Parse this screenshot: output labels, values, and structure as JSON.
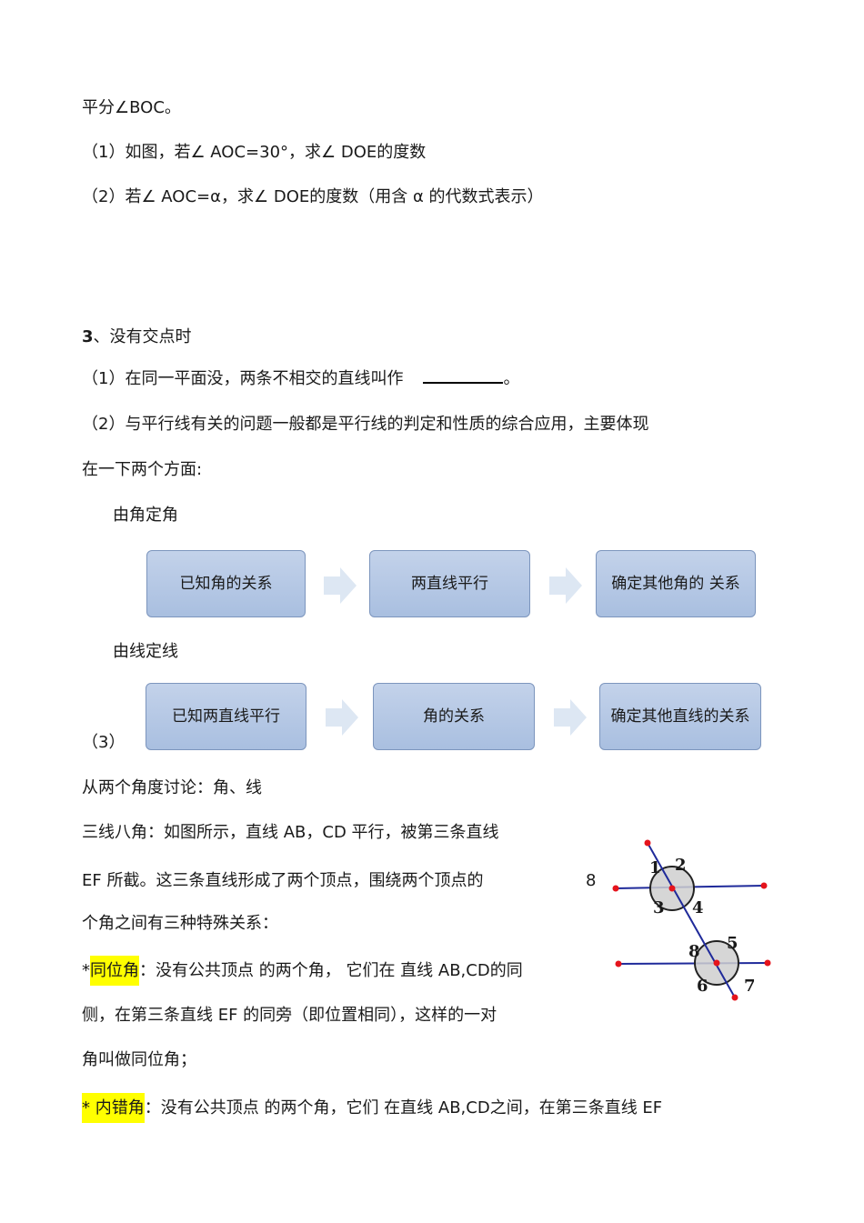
{
  "lines": {
    "l1": "平分∠BOC。",
    "l2": "（1）如图，若∠ AOC=30°，求∠ DOE的度数",
    "l3": "（2）若∠ AOC=α，求∠ DOE的度数（用含 α 的代数式表示）"
  },
  "section3": {
    "heading_num": "3",
    "heading_text": "、没有交点时",
    "q1_text": "（1）在同一平面没，两条不相交的直线叫作",
    "q1_end": "。",
    "q2_line1": "（2）与平行线有关的问题一般都是平行线的判定和性质的综合应用，主要体现",
    "q2_line2": "在一下两个方面:",
    "flow1_title": "由角定角",
    "flow1": [
      "已知角的关系",
      "两直线平行",
      "确定其他角的 关系"
    ],
    "flow2_title": "由线定线",
    "flow2": [
      "已知两直线平行",
      "角的关系",
      "确定其他直线的关系"
    ],
    "q3_label": "（3）",
    "discuss": "从两个角度讨论：角、线",
    "p1_line1": "三线八角：如图所示，直线 AB，CD 平行，被第三条直线",
    "p1_line2a": "EF 所截。这三条直线形成了两个顶点，围绕两个顶点的",
    "p1_line2b": "8",
    "p1_line3": "个角之间有三种特殊关系：",
    "tongwei_star": "*",
    "tongwei_term": "同位角",
    "tongwei_l1": "：没有公共顶点 的两个角， 它们在 直线 AB,CD的同",
    "tongwei_l2": "侧，在第三条直线 EF 的同旁（即位置相同），这样的一对",
    "tongwei_l3": "角叫做同位角；",
    "neicuo_term": "* 内错角",
    "neicuo_l1": "：没有公共顶点 的两个角，它们 在直线 AB,CD之间，在第三条直线 EF"
  },
  "figure": {
    "angle_labels": [
      "1",
      "2",
      "3",
      "4",
      "5",
      "8",
      "6",
      "7"
    ],
    "colors": {
      "line": "#1f2a9a",
      "point": "#e5141c",
      "circle_fill": "#cfcfcf"
    }
  }
}
